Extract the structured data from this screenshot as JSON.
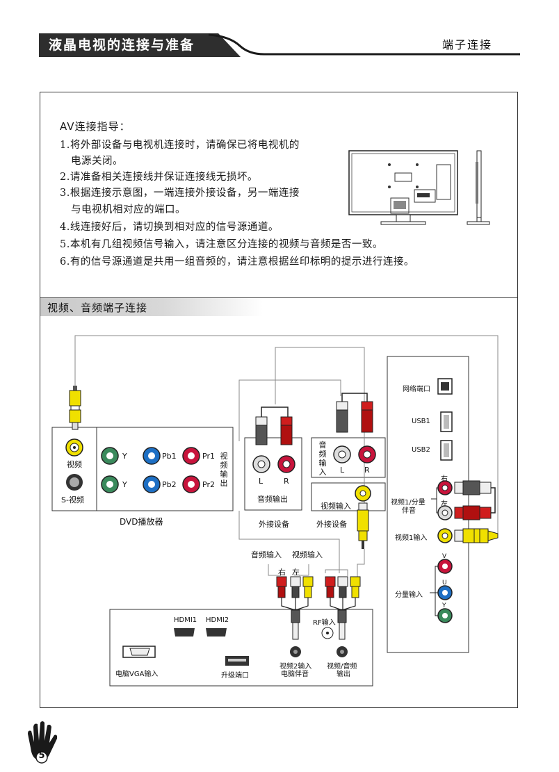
{
  "header": {
    "section_title": "液晶电视的连接与准备",
    "right_title": "端子连接"
  },
  "av_guide": {
    "title": "AV连接指导：",
    "items": [
      "1.将外部设备与电视机连接时，请确保已将电视机的",
      "电源关闭。",
      "2.请准备相关连接线并保证连接线无损坏。",
      "3.根据连接示意图，一端连接外接设备，另一端连接",
      "与电视机相对应的端口。",
      "4.线连接好后，请切换到相对应的信号源通道。",
      "5.本机有几组视频信号输入，请注意区分连接的视频与音频是否一致。",
      "6.有的信号源通道是共用一组音频的，请注意根据丝印标明的提示进行连接。"
    ]
  },
  "section2": {
    "title": "视频、音频端子连接"
  },
  "dvd": {
    "video": "视频",
    "svideo": "S-视频",
    "y1": "Y",
    "pb1": "Pb1",
    "pr1": "Pr1",
    "y2": "Y",
    "pb2": "Pb2",
    "pr2": "Pr2",
    "video_out_vertical": [
      "视",
      "频",
      "输",
      "出"
    ],
    "name": "DVD播放器"
  },
  "ext1": {
    "l": "L",
    "r": "R",
    "audio_out": "音频输出",
    "name": "外接设备"
  },
  "ext2": {
    "audio_in_vertical": [
      "音",
      "频",
      "输",
      "入"
    ],
    "l": "L",
    "r": "R",
    "video_in": "视频输入",
    "name": "外接设备"
  },
  "tv_side": {
    "network": "网络端口",
    "usb1": "USB1",
    "usb2": "USB2",
    "right": "右",
    "left": "左",
    "video1_comp": "视频1/分量",
    "audio": "伴音",
    "video1_in": "视频1输入",
    "v": "V",
    "u": "U",
    "y": "Y",
    "component_in": "分量输入"
  },
  "cable": {
    "audio_in": "音频输入",
    "video_in": "视频输入",
    "right": "右",
    "left": "左"
  },
  "tv_bottom": {
    "hdmi1": "HDMI1",
    "hdmi2": "HDMI2",
    "rf_in": "RF输入",
    "vga_in": "电脑VGA输入",
    "upgrade": "升级端口",
    "video2_in": "视频2输入",
    "pc_audio": "电脑伴音",
    "av_out_1": "视频/音频",
    "av_out_2": "输出"
  },
  "page_number": "5",
  "colors": {
    "header_bar": "#2e2e2e",
    "jack_green": "#3a8a5c",
    "jack_blue": "#1d6fc4",
    "jack_red": "#c8143c",
    "jack_yellow": "#f0e000",
    "plug_red": "#d01e1e",
    "plug_white": "#e8e8e8"
  }
}
